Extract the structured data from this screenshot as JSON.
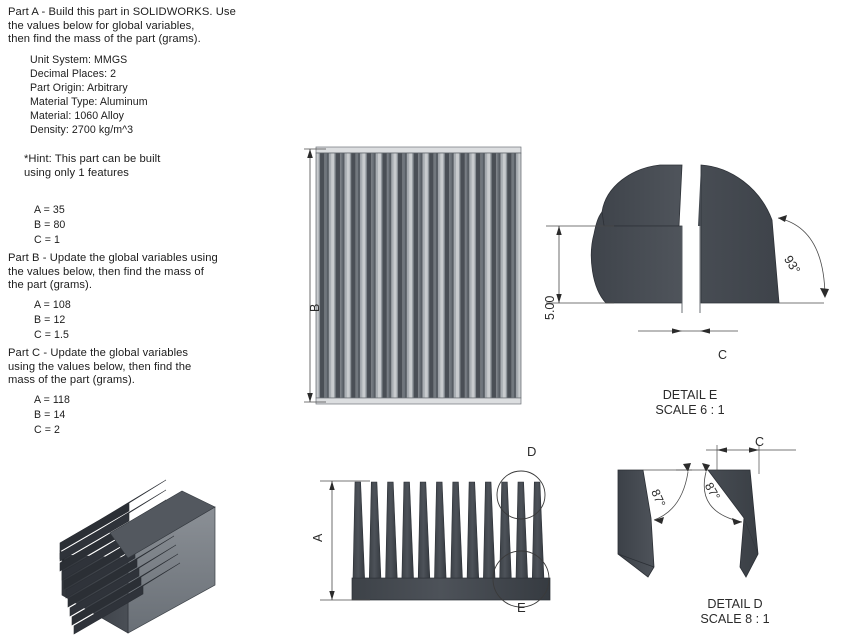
{
  "document": {
    "type": "engineering-drawing-worksheet",
    "background": "#ffffff"
  },
  "instructions": {
    "part_a": {
      "heading": "Part A - Build this part in SOLIDWORKS. Use\nthe values below for global variables,\nthen find the mass of the part (grams).",
      "settings": [
        "Unit System: MMGS",
        "Decimal Places: 2",
        "Part Origin: Arbitrary",
        "Material Type: Aluminum",
        "Material: 1060 Alloy",
        "Density: 2700 kg/m^3"
      ],
      "hint": "*Hint: This part can be built\nusing only 1 features",
      "variables": [
        "A = 35",
        "B = 80",
        "C = 1"
      ]
    },
    "part_b": {
      "heading": "Part B - Update the global variables using\nthe values below, then find the mass of\nthe part (grams).",
      "variables": [
        "A = 108",
        "B = 12",
        "C = 1.5"
      ]
    },
    "part_c": {
      "heading": "Part C - Update the global variables\nusing the values below, then find the\nmass of the part (grams).",
      "variables": [
        "A = 118",
        "B = 14",
        "C = 2"
      ]
    }
  },
  "views": {
    "top_view": {
      "name": "top-plan-view",
      "dimension_label": "B",
      "stripe_count": 46
    },
    "front_view": {
      "name": "front-fin-view",
      "dimension_label": "A",
      "fin_count": 12,
      "callouts": [
        "D",
        "E"
      ]
    },
    "isometric_view": {
      "name": "isometric-heatsink-view",
      "fin_count": 12
    },
    "detail_e": {
      "caption": "DETAIL E\nSCALE 6 : 1",
      "title": "DETAIL E",
      "scale": "SCALE 6 : 1",
      "dimensions": {
        "height": "5.00",
        "angle": "93°",
        "gap": "C"
      }
    },
    "detail_d": {
      "caption": "DETAIL D\nSCALE 8 : 1",
      "title": "DETAIL D",
      "scale": "SCALE 8 : 1",
      "dimensions": {
        "angle_left": "87°",
        "angle_right": "87°",
        "gap": "C"
      }
    }
  },
  "colors": {
    "part_dark": "#474c53",
    "part_mid": "#6a7077",
    "part_light": "#c8cbce",
    "part_highlight": "#9ba1a7",
    "line": "#3a3a3a",
    "text": "#1c1c1c"
  }
}
